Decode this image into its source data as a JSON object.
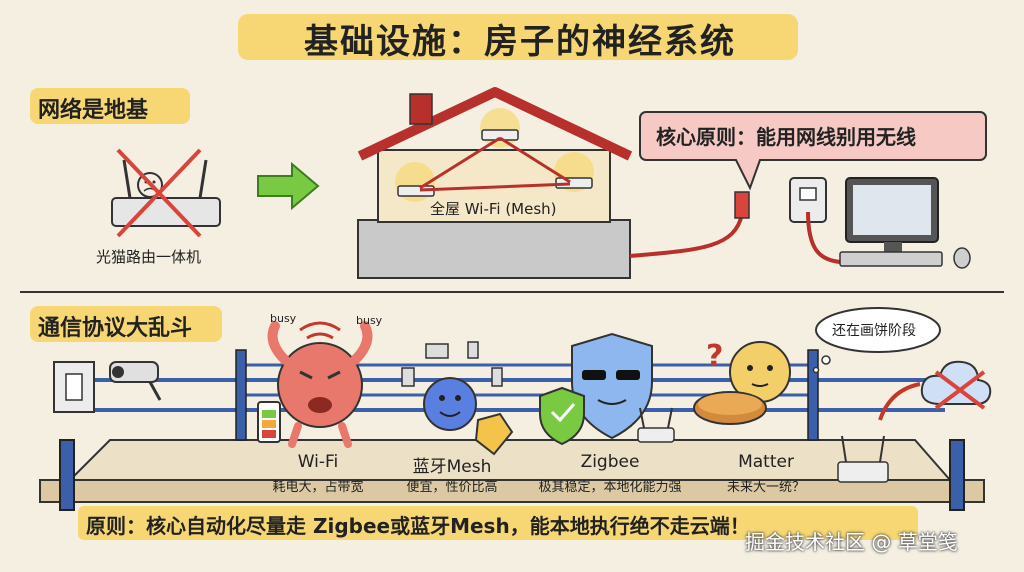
{
  "title": "基础设施：房子的神经系统",
  "section1": {
    "heading": "网络是地基",
    "bad_router_label": "光猫路由一体机",
    "mesh_label": "全屋 Wi-Fi (Mesh)",
    "principle": "核心原则：能用网线别用无线"
  },
  "section2": {
    "heading": "通信协议大乱斗",
    "busy1": "busy",
    "busy2": "busy",
    "bubble": "还在画饼阶段",
    "protocols": [
      {
        "name": "Wi-Fi",
        "desc": "耗电大，占带宽"
      },
      {
        "name": "蓝牙Mesh",
        "desc": "便宜，性价比高"
      },
      {
        "name": "Zigbee",
        "desc": "极其稳定，本地化能力强"
      },
      {
        "name": "Matter",
        "desc": "未来大一统？"
      }
    ]
  },
  "footer": {
    "text": "原则：核心自动化尽量走 Zigbee或蓝牙Mesh，能本地执行绝不走云端！",
    "watermark": "掘金技术社区 @ 草堂笺"
  },
  "colors": {
    "highlight": "#f7d774",
    "bubble_pink": "#f6c9c4",
    "cable_red": "#b8302c",
    "ring_blue": "#3b5fa8",
    "arrow_green": "#7ac943"
  }
}
